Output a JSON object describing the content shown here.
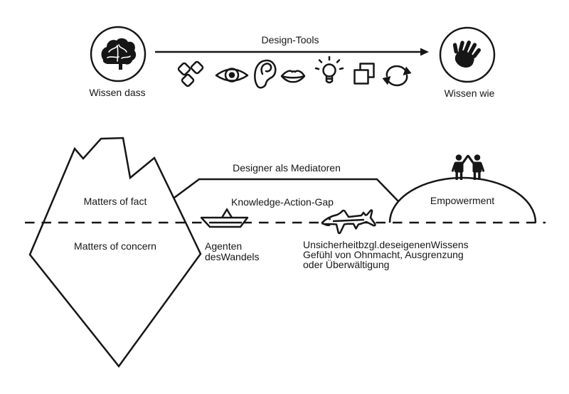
{
  "diagram_title": "Knowledge-Action-Gap design mediation diagram",
  "colors": {
    "ink": "#161616",
    "background": "#ffffff"
  },
  "top": {
    "left_label": "Wissen dass",
    "right_label": "Wissen wie",
    "arrow_label": "Design-Tools",
    "left_icon": "brain-icon",
    "right_icon": "hand-icon",
    "tool_icons": [
      "blocks-icon",
      "eye-icon",
      "ear-icon",
      "mouth-icon",
      "lightbulb-icon",
      "frames-icon",
      "cycle-icon"
    ]
  },
  "iceberg": {
    "above_water_label": "Matters of fact",
    "below_water_label": "Matters of concern"
  },
  "bridge": {
    "label": "Designer als Mediatoren"
  },
  "gap": {
    "label": "Knowledge-Action-Gap"
  },
  "boat": {
    "caption_line1": "Agenten",
    "caption_line2": "desWandels"
  },
  "shark": {
    "caption_line1": "Unsicherheitbzgl.deseigenenWissens",
    "caption_line2": "Gefühl von Ohnmacht, Ausgrenzung",
    "caption_line3": "oder Überwältigung"
  },
  "dome": {
    "label": "Empowerment"
  }
}
